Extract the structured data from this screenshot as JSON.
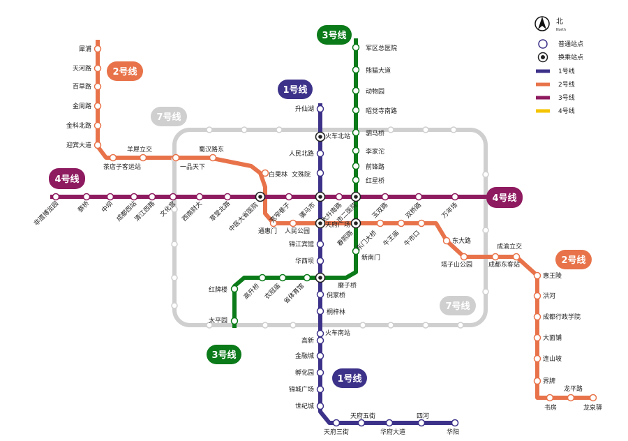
{
  "colors": {
    "line1": "#3c3289",
    "line2": "#e8734a",
    "line3": "#0b7a19",
    "line4": "#8e1a5f",
    "line7": "#cfcfcf",
    "line4_legend": "#f5c400"
  },
  "compass": {
    "label": "北",
    "sublabel": "North",
    "icon": "north-arrow-icon"
  },
  "legend": [
    {
      "key": "normal",
      "label": "普通站点"
    },
    {
      "key": "transfer",
      "label": "换乘站点"
    },
    {
      "key": "line1",
      "label": "1号线"
    },
    {
      "key": "line2",
      "label": "2号线"
    },
    {
      "key": "line3",
      "label": "3号线"
    },
    {
      "key": "line4",
      "label": "4号线"
    }
  ],
  "badges": {
    "l1_top": "1号线",
    "l1_bottom": "1号线",
    "l2_top": "2号线",
    "l2_right": "2号线",
    "l3_top": "3号线",
    "l3_bottom": "3号线",
    "l4_left": "4号线",
    "l4_right": "4号线",
    "l7_top": "7号线",
    "l7_bottom": "7号线"
  },
  "stations": [
    {
      "name": "犀浦"
    },
    {
      "name": "天河路"
    },
    {
      "name": "百草路"
    },
    {
      "name": "金周路"
    },
    {
      "name": "金科北路"
    },
    {
      "name": "迎宾大道"
    },
    {
      "name": "茶店子客运站"
    },
    {
      "name": "羊犀立交"
    },
    {
      "name": "一品天下"
    },
    {
      "name": "蜀汉路东"
    },
    {
      "name": "白果林"
    },
    {
      "name": "文殊院"
    },
    {
      "name": "升仙湖"
    },
    {
      "name": "火车北站"
    },
    {
      "name": "人民北路"
    },
    {
      "name": "军区总医院"
    },
    {
      "name": "熊猫大道"
    },
    {
      "name": "动物园"
    },
    {
      "name": "昭觉寺南路"
    },
    {
      "name": "驷马桥"
    },
    {
      "name": "李家沱"
    },
    {
      "name": "前锋路"
    },
    {
      "name": "红星桥"
    },
    {
      "name": "非遗博览园"
    },
    {
      "name": "蔡桥"
    },
    {
      "name": "中坝"
    },
    {
      "name": "成都西站"
    },
    {
      "name": "清江西路"
    },
    {
      "name": "文化宫"
    },
    {
      "name": "西南财大"
    },
    {
      "name": "草堂北路"
    },
    {
      "name": "中医大省医院"
    },
    {
      "name": "宽窄巷子"
    },
    {
      "name": "骡马市"
    },
    {
      "name": "太升南路"
    },
    {
      "name": "市二医院"
    },
    {
      "name": "玉双路"
    },
    {
      "name": "双桥路"
    },
    {
      "name": "万年场"
    },
    {
      "name": "通惠门"
    },
    {
      "name": "人民公园"
    },
    {
      "name": "天府广场"
    },
    {
      "name": "春熙路"
    },
    {
      "name": "东门大桥"
    },
    {
      "name": "牛王庙"
    },
    {
      "name": "牛市口"
    },
    {
      "name": "东大路"
    },
    {
      "name": "塔子山公园"
    },
    {
      "name": "成都东客站"
    },
    {
      "name": "锦江宾馆"
    },
    {
      "name": "新南门"
    },
    {
      "name": "华西坝"
    },
    {
      "name": "红牌楼"
    },
    {
      "name": "高升桥"
    },
    {
      "name": "衣冠庙"
    },
    {
      "name": "省体育馆"
    },
    {
      "name": "磨子桥"
    },
    {
      "name": "倪家桥"
    },
    {
      "name": "桐梓林"
    },
    {
      "name": "太平园"
    },
    {
      "name": "火车南站"
    },
    {
      "name": "高新"
    },
    {
      "name": "金融城"
    },
    {
      "name": "孵化园"
    },
    {
      "name": "锦城广场"
    },
    {
      "name": "世纪城"
    },
    {
      "name": "天府三街"
    },
    {
      "name": "天府五街"
    },
    {
      "name": "华府大道"
    },
    {
      "name": "四河"
    },
    {
      "name": "华阳"
    },
    {
      "name": "成渝立交"
    },
    {
      "name": "惠王陵"
    },
    {
      "name": "洪河"
    },
    {
      "name": "成都行政学院"
    },
    {
      "name": "大面铺"
    },
    {
      "name": "连山坡"
    },
    {
      "name": "界牌"
    },
    {
      "name": "书房"
    },
    {
      "name": "龙平路"
    },
    {
      "name": "龙泉驿"
    }
  ]
}
